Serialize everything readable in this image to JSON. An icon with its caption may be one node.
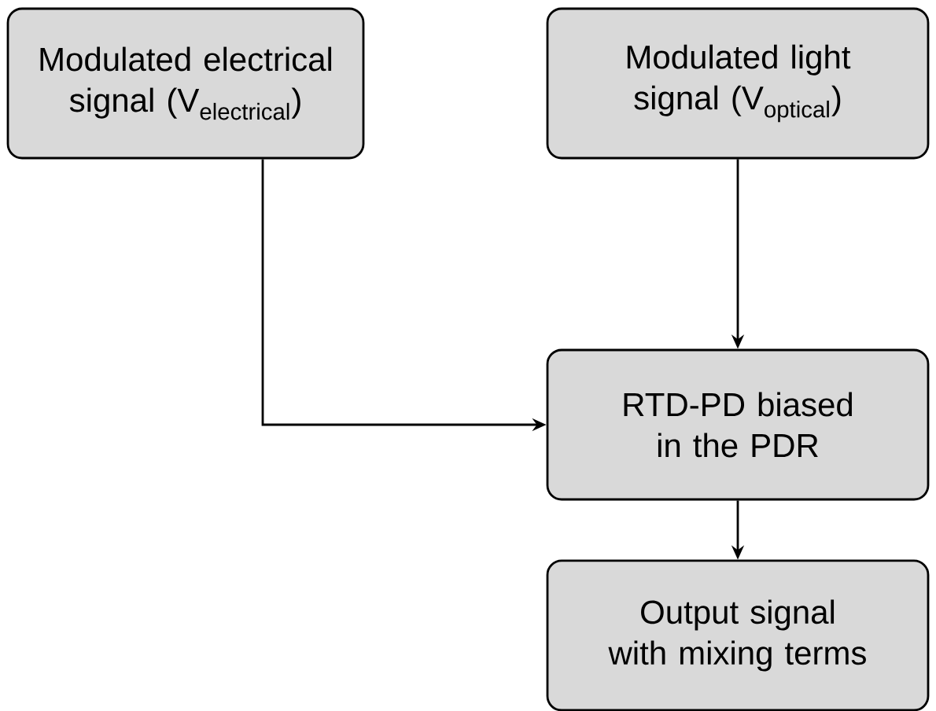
{
  "diagram": {
    "nodes": [
      {
        "text": [
          "Modulated electrical signal",
          "\\text{(V}_{\\text{electrical}}\\text{)}"
        ]
      },
      {
        "text": [
          "Modulated light signal",
          "\\text{(V}_{\\text{optical}}\\text{)}"
        ]
      },
      {
        "text": [
          "RTD-PD biased in the PDR"
        ]
      },
      {
        "text": [
          "Output signal with mixing terms"
        ]
      }
    ],
    "edges": [
      {
        "from": 0,
        "to": 2,
        "arrow": "to"
      },
      {
        "from": 1,
        "to": 2,
        "arrow": "to"
      },
      {
        "from": 2,
        "to": 3,
        "arrow": "to"
      }
    ]
  }
}
